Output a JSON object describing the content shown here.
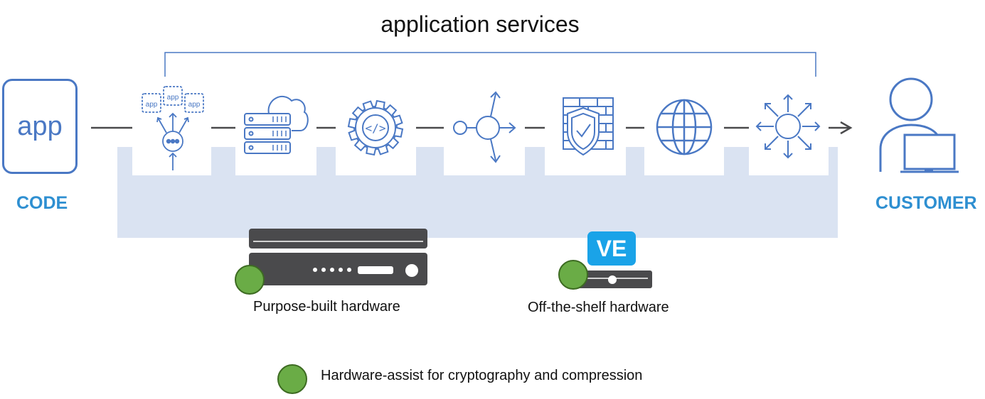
{
  "title": "application services",
  "nodes": {
    "code_box_label": "app",
    "code_label": "CODE",
    "customer_label": "CUSTOMER",
    "microservices_app_labels": [
      "app",
      "app",
      "app"
    ]
  },
  "hardware": {
    "purpose_built_label": "Purpose-built hardware",
    "off_the_shelf_label": "Off-the-shelf hardware",
    "ve_badge": "VE"
  },
  "legend": {
    "assist_label": "Hardware-assist for cryptography and compression",
    "assist_color": "#6aac46"
  },
  "colors": {
    "icon_blue": "#4a78c4",
    "label_blue": "#2e8fd1",
    "band": "#dae3f2",
    "hardware_dark": "#4a4a4c"
  },
  "icons": [
    "microservices-icon",
    "server-cloud-icon",
    "gear-code-icon",
    "traffic-routing-icon",
    "firewall-shield-icon",
    "globe-icon",
    "load-balancer-icon",
    "customer-laptop-icon"
  ]
}
